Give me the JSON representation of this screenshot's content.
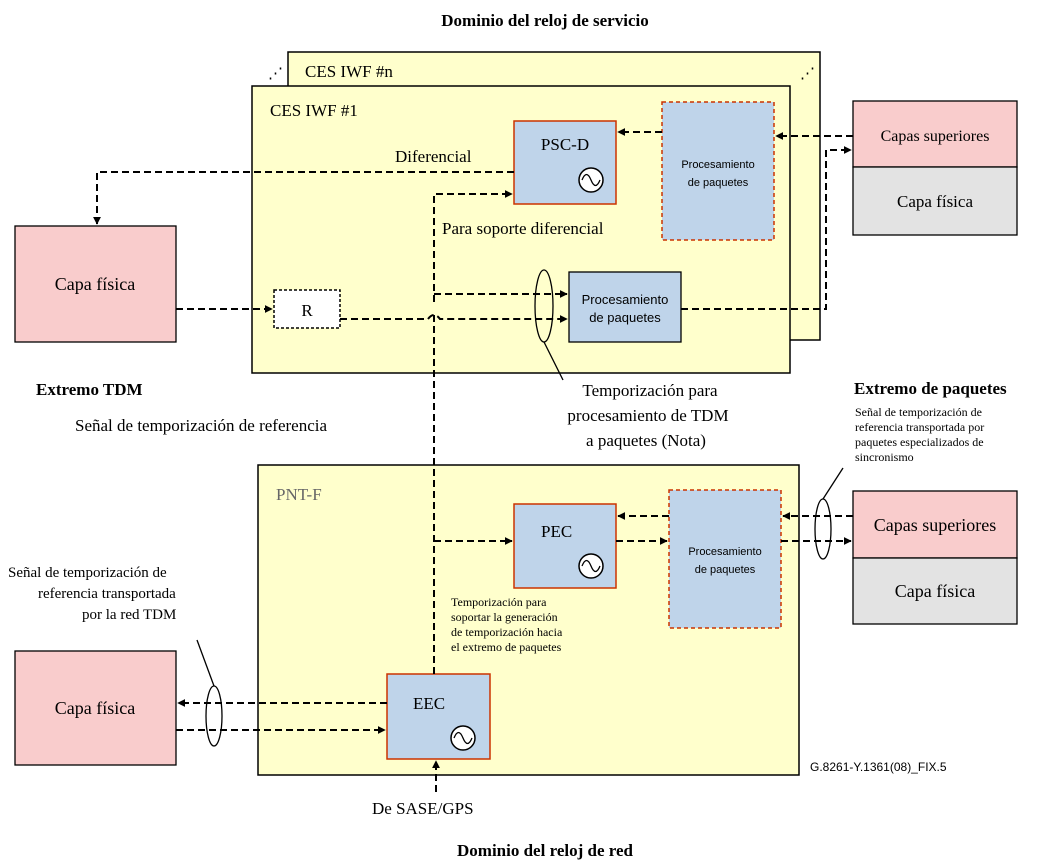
{
  "titles": {
    "top": "Dominio del reloj de servicio",
    "bottom": "Dominio del reloj de red"
  },
  "ces": {
    "n_label": "CES IWF #n",
    "one_label": "CES IWF #1",
    "pscd_label": "PSC-D",
    "diferencial": "Diferencial",
    "para_soporte": "Para soporte diferencial",
    "proc_top": [
      "Procesamiento",
      "de paquetes"
    ],
    "r_label": "R",
    "proc_mid": [
      "Procesamiento",
      "de paquetes"
    ]
  },
  "right_top": {
    "upper": "Capas superiores",
    "phys": "Capa física"
  },
  "left_top": {
    "phys": "Capa física"
  },
  "extremo_tdm": "Extremo TDM",
  "senal_ref": "Señal de temporización de referencia",
  "temporizacion_tdm": [
    "Temporización para",
    "procesamiento de TDM",
    "a paquetes (Nota)"
  ],
  "extremo_paquetes": "Extremo de paquetes",
  "senal_paquetes": [
    "Señal de temporización de",
    "referencia transportada por",
    "paquetes especializados de",
    "sincronismo"
  ],
  "pntf": {
    "label": "PNT-F",
    "pec_label": "PEC",
    "proc": [
      "Procesamiento",
      "de paquetes"
    ],
    "temporizacion_gen": [
      "Temporización para",
      "soportar la generación",
      "de temporización hacia",
      "el extremo de paquetes"
    ],
    "eec_label": "EEC"
  },
  "right_bottom": {
    "upper": "Capas superiores",
    "phys": "Capa física"
  },
  "left_bottom": {
    "phys": "Capa física"
  },
  "senal_tdm": [
    "Señal de temporización de",
    "referencia transportada",
    "por la red TDM"
  ],
  "de_sase": "De SASE/GPS",
  "figure_id": "G.8261-Y.1361(08)_FIX.5",
  "colors": {
    "yellow": "#FFFFCC",
    "pink": "#F9CCCC",
    "blue": "#BFD4EA",
    "gray": "#E3E3E3",
    "orange": "#CC3300"
  }
}
